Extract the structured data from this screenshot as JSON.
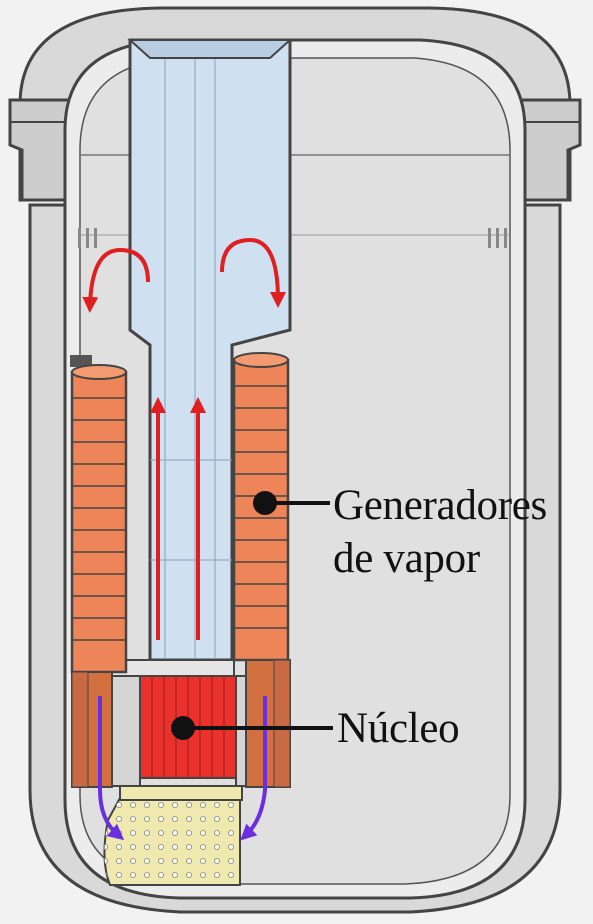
{
  "labels": {
    "steam_generators_line1": "Generadores",
    "steam_generators_line2": "de vapor",
    "core": "Núcleo"
  },
  "colors": {
    "background": "#f2f2f2",
    "vessel_outer": "#d9d9d9",
    "vessel_inner": "#ececec",
    "outline": "#444444",
    "riser_blue": "#cfe0f0",
    "steam_generator": "#ee8558",
    "steam_generator_dark": "#c96a44",
    "core_red": "#e8322b",
    "lower_plenum": "#efe9b0",
    "hot_flow_arrow": "#e02020",
    "cold_flow_arrow": "#6a2fe0",
    "leader_line": "#111111"
  },
  "icons": {
    "hot_flow": "red-arrow-icon",
    "cold_flow": "purple-arrow-icon",
    "leader_dot": "black-dot-icon"
  }
}
